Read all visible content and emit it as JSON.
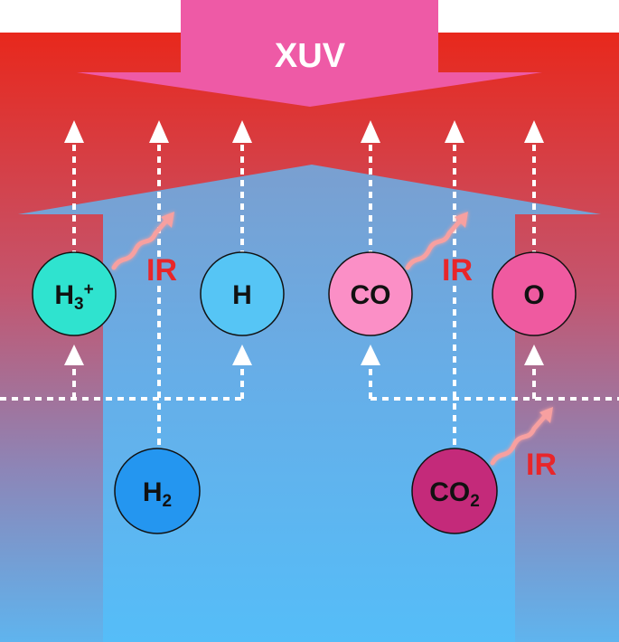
{
  "title": "XUV",
  "ir_label": "IR",
  "colors": {
    "xuv_arrow": "#ee5aa6",
    "warm_top": "#e8281c",
    "cool_bottom": "#58b8f4",
    "h3plus": "#2fe3cf",
    "h": "#56c5f5",
    "h2": "#2496f0",
    "co": "#fb8fc6",
    "o": "#ef5aa0",
    "co2": "#c42a7a",
    "ir_text": "#e8262a",
    "ir_wave": "#f7a0a0"
  },
  "molecules": [
    {
      "id": "h3plus",
      "main": "H",
      "sub": "3",
      "sup": "+"
    },
    {
      "id": "h",
      "main": "H",
      "sub": "",
      "sup": ""
    },
    {
      "id": "co",
      "main": "CO",
      "sub": "",
      "sup": ""
    },
    {
      "id": "o",
      "main": "O",
      "sub": "",
      "sup": ""
    },
    {
      "id": "h2",
      "main": "H",
      "sub": "2",
      "sup": ""
    },
    {
      "id": "co2",
      "main": "CO",
      "sub": "2",
      "sup": ""
    }
  ]
}
